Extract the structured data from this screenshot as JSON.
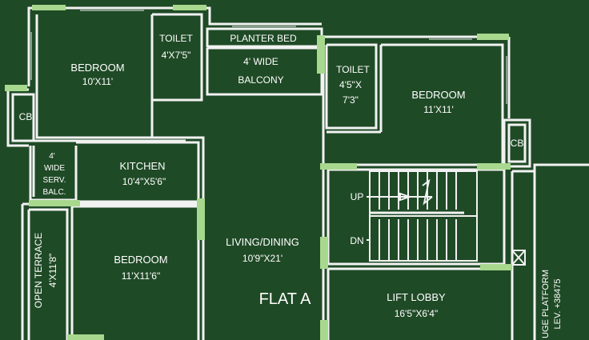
{
  "colors": {
    "background": "#1f4a26",
    "wall": "#f2f2f2",
    "opening": "#a8d88e",
    "text": "#ffffff"
  },
  "rooms": {
    "bedroom_top_left": {
      "name": "BEDROOM",
      "size": "10'X11'"
    },
    "toilet_left": {
      "name": "TOILET",
      "size": "4'X7'5\""
    },
    "planter_bed": {
      "name": "PLANTER BED"
    },
    "balcony": {
      "line1": "4' WIDE",
      "line2": "BALCONY"
    },
    "toilet_right": {
      "name": "TOILET",
      "size_line1": "4'5\"X",
      "size_line2": "7'3\""
    },
    "bedroom_top_right": {
      "name": "BEDROOM",
      "size": "11'X11'"
    },
    "cb_left": {
      "name": "CB"
    },
    "cb_right": {
      "name": "CB"
    },
    "service_balcony": {
      "line1": "4'",
      "line2": "WIDE",
      "line3": "SERV.",
      "line4": "BALC."
    },
    "kitchen": {
      "name": "KITCHEN",
      "size": "10'4\"X5'6\""
    },
    "open_terrace": {
      "name": "OPEN TERRACE",
      "size": "4'X11'8\""
    },
    "bedroom_bottom": {
      "name": "BEDROOM",
      "size": "11'X11'6\""
    },
    "living_dining": {
      "name": "LIVING/DINING",
      "size": "10'9\"X21'"
    },
    "lift_lobby": {
      "name": "LIFT LOBBY",
      "size": "16'5\"X6'4\""
    },
    "refuge": {
      "line1": "UGE PLATFORM",
      "line2": "LEV. +38475"
    }
  },
  "stair": {
    "up_label": "UP",
    "down_label": "DN"
  },
  "flat_label": "FLAT A"
}
